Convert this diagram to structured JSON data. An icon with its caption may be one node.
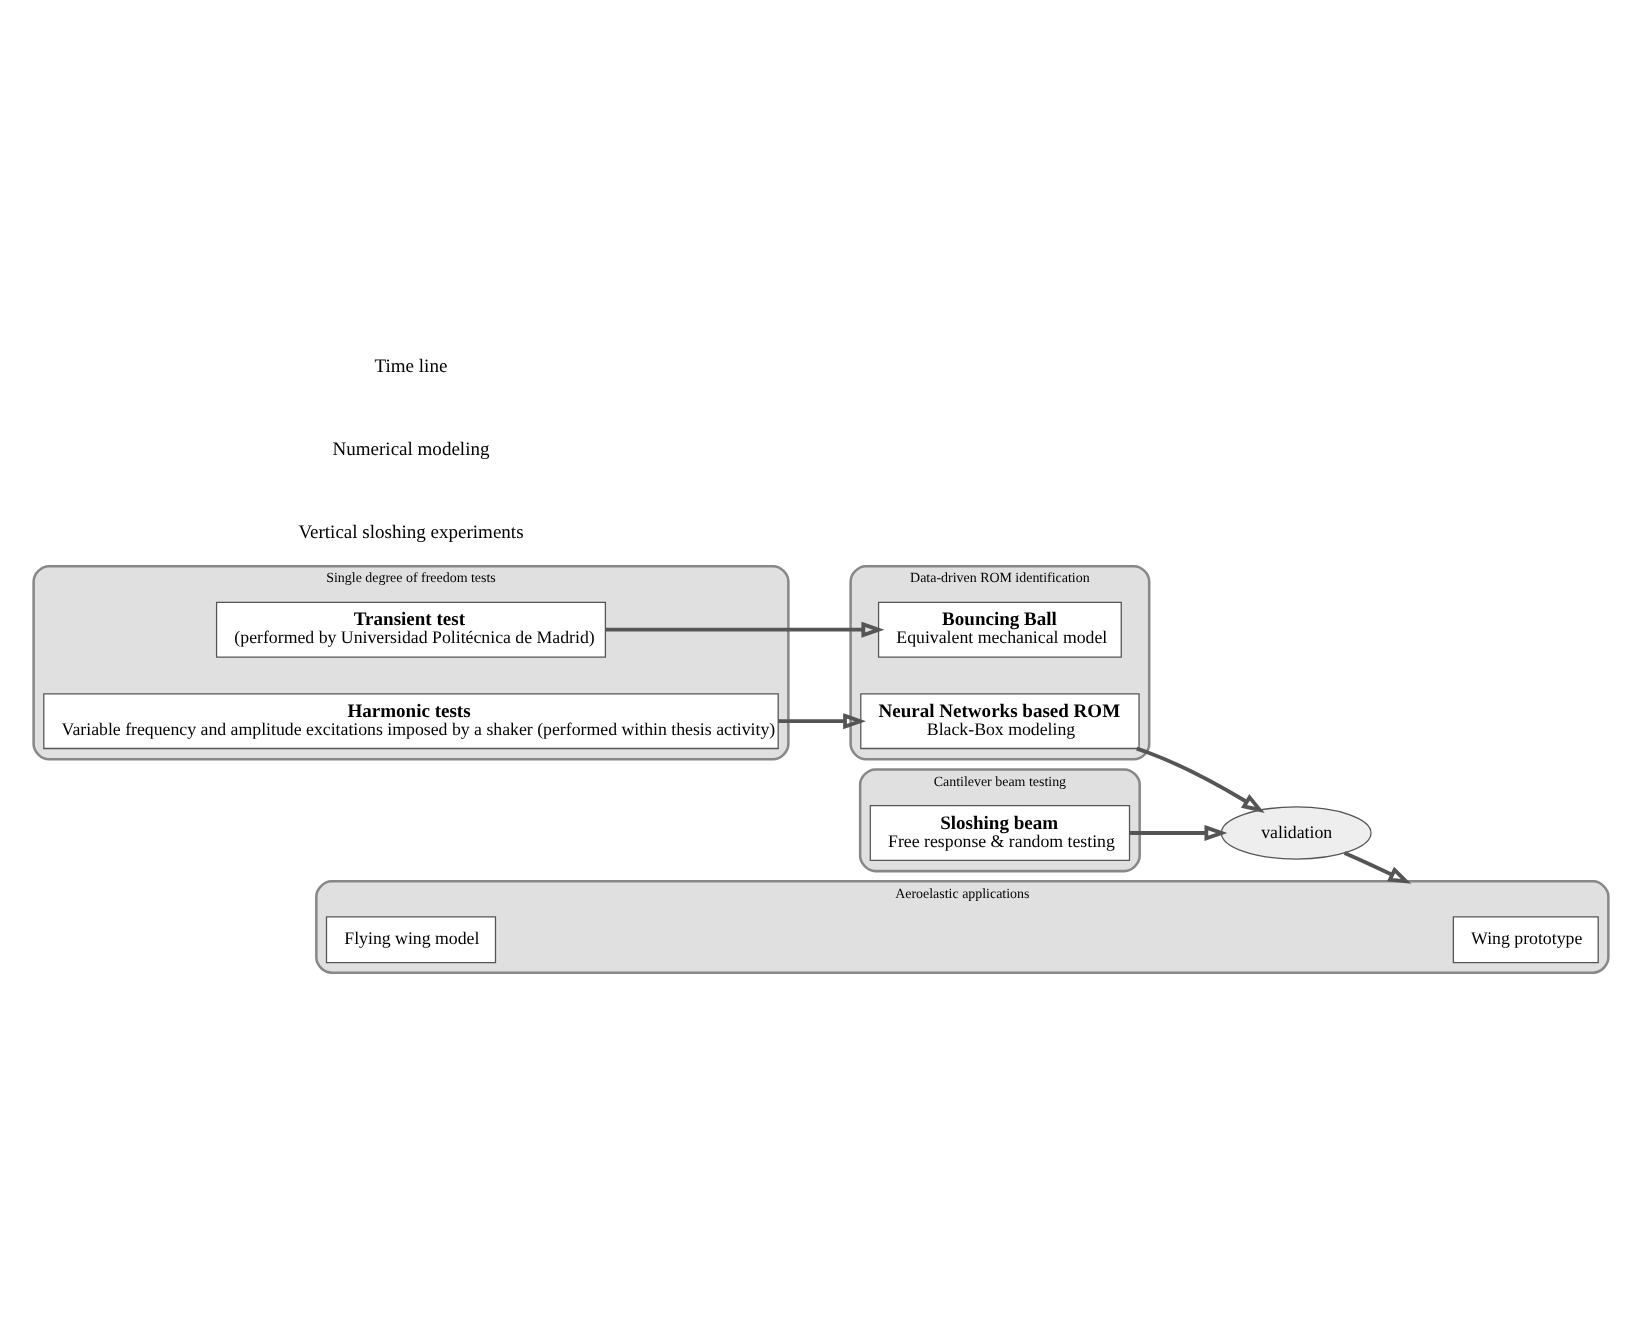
{
  "diagram": {
    "nodes": [
      {
        "text": [
          "Single degree of freedom tests"
        ]
      },
      {
        "text": [
          "Transient test",
          "(performed by Universidad Politécnica de Madrid)"
        ],
        "in": 0
      },
      {
        "text": [
          "Harmonic tests",
          "Variable frequency and amplitude excitations imposed by a shaker (performed within thesis activity)"
        ],
        "in": 0
      },
      {
        "text": [
          "Cantilever beam testing"
        ]
      },
      {
        "text": [
          "Sloshing beam",
          "Free response & random testing"
        ],
        "in": 3
      },
      {
        "text": [
          "Data-driven ROM identification"
        ]
      },
      {
        "text": [
          "Bouncing Ball",
          "Equivalent mechanical model"
        ],
        "in": 5
      },
      {
        "text": [
          "Neural Networks based ROM",
          "Black-Box modeling"
        ],
        "in": 5
      },
      {
        "text": [
          "validation"
        ]
      },
      {
        "text": [
          "Aeroelastic applications"
        ]
      },
      {
        "text": [
          "Wing prototype"
        ],
        "in": 9
      },
      {
        "text": [
          "Flying wing model"
        ],
        "in": 9
      }
    ],
    "edges": [
      {
        "from": 1,
        "to": 6,
        "arrow": "to"
      },
      {
        "from": 2,
        "to": 7,
        "arrow": "to"
      },
      {
        "from": 4,
        "to": 8,
        "arrow": "to"
      },
      {
        "from": 7,
        "to": 8,
        "arrow": "to"
      },
      {
        "from": 8,
        "to": 9,
        "arrow": "to"
      }
    ],
    "labels": [
      "Vertical sloshing experiments",
      "Numerical modeling",
      "Time line"
    ]
  }
}
